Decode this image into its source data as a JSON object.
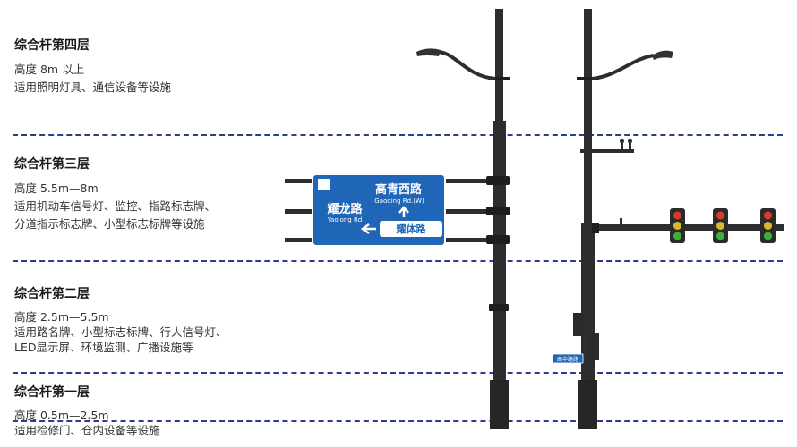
{
  "layers": [
    {
      "title": "综合杆第四层",
      "lines": [
        "高度 8m 以上",
        "适用照明灯具、通信设备等设施"
      ]
    },
    {
      "title": "综合杆第三层",
      "lines": [
        "高度 5.5m—8m",
        "适用机动车信号灯、监控、指路标志牌、",
        "分道指示标志牌、小型标志标牌等设施"
      ]
    },
    {
      "title": "综合杆第二层",
      "lines": [
        "高度 2.5m—5.5m",
        "适用路名牌、小型标志标牌、行人信号灯、",
        "LED显示屏、环境监测、广播设施等"
      ]
    },
    {
      "title": "综合杆第一层",
      "lines": [
        "高度 0.5m—2.5m",
        "适用检修门、仓内设备等设施"
      ]
    }
  ],
  "guide_sign": {
    "road_left_cn": "耀龙路",
    "road_left_en": "Yaolong Rd",
    "road_right_cn": "高青西路",
    "road_right_en": "Gaoqing Rd.(W)",
    "destination_cn": "耀体路",
    "color": "#1f66b8"
  },
  "street_name_sign": {
    "text": "高中路路"
  },
  "colors": {
    "pole": "#2d2d2d",
    "divider": "#2b3d8f",
    "sign_blue": "#1f66b8",
    "red": "#d83a2b",
    "yellow": "#d9b92a",
    "green": "#3fae3a"
  }
}
